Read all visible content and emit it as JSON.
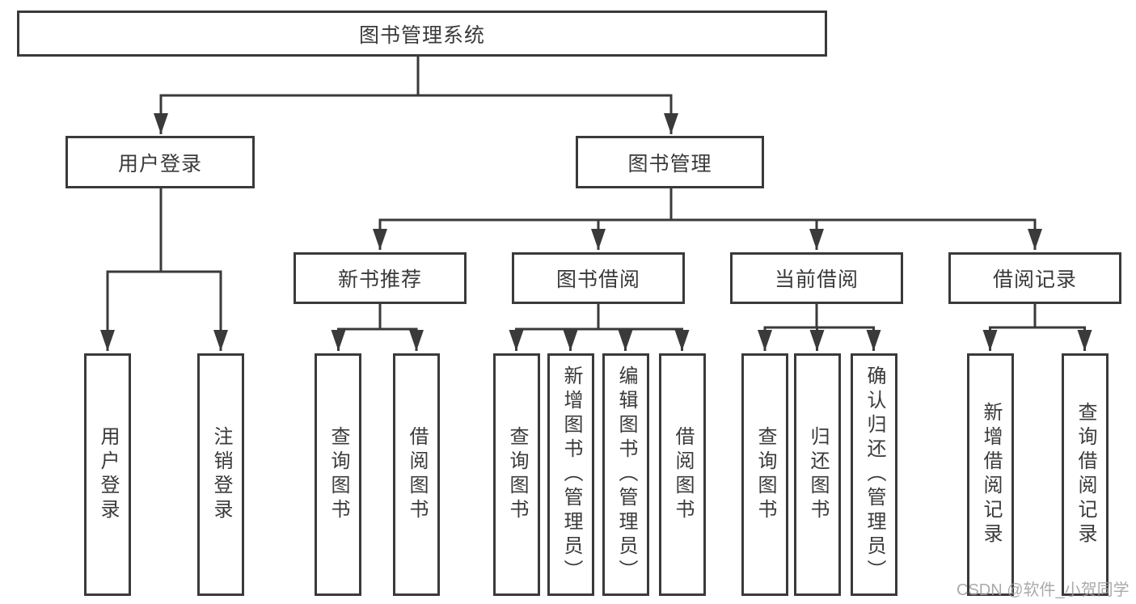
{
  "nodes": {
    "root": {
      "label": "图书管理系统"
    },
    "level2": [
      {
        "label": "用户登录"
      },
      {
        "label": "图书管理"
      }
    ],
    "level3": [
      {
        "label": "新书推荐"
      },
      {
        "label": "图书借阅"
      },
      {
        "label": "当前借阅"
      },
      {
        "label": "借阅记录"
      }
    ],
    "leaves": [
      {
        "label": "用户登录"
      },
      {
        "label": "注销登录"
      },
      {
        "label": "查询图书"
      },
      {
        "label": "借阅图书"
      },
      {
        "label": "查询图书"
      },
      {
        "label": "新增图书（管理员）"
      },
      {
        "label": "编辑图书（管理员）"
      },
      {
        "label": "借阅图书"
      },
      {
        "label": "查询图书"
      },
      {
        "label": "归还图书"
      },
      {
        "label": "确认归还（管理员）"
      },
      {
        "label": "新增借阅记录"
      },
      {
        "label": "查询借阅记录"
      }
    ]
  },
  "watermark": {
    "text": "CSDN @软件_小贺同学"
  },
  "colors": {
    "line": "#3a3a3a",
    "text": "#3a3a3a",
    "background": "#ffffff",
    "watermark": "#9e9e9e"
  }
}
